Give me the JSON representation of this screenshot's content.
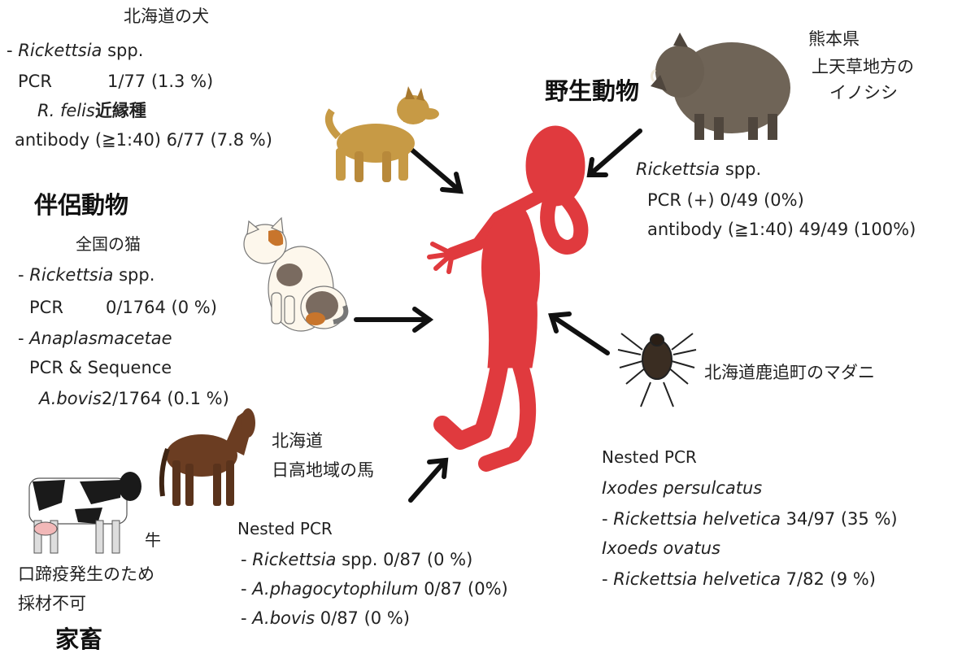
{
  "dog": {
    "title": "北海道の犬",
    "line1_italic": "Rickettsia",
    "line1_rest": " spp.",
    "pcr_label": "PCR",
    "pcr_value": "1/77 (1.3 %)",
    "species_italic": "R. felis",
    "species_rest": "近縁種",
    "antibody": "antibody (≧1:40)  6/77 (7.8 %)"
  },
  "companion_heading": "伴侶動物",
  "cat": {
    "title": "全国の猫",
    "line1_italic": "Rickettsia",
    "line1_rest": " spp.",
    "pcr_label": "PCR",
    "pcr_value": "0/1764 (0 %)",
    "line2_italic": "Anaplasmacetae",
    "seq_label": "PCR & Sequence",
    "abovis_italic": "A.bovis",
    "abovis_value": "2/1764  (0.1 %)"
  },
  "horse": {
    "line1": "北海道",
    "line2": "日高地域の馬"
  },
  "cow": {
    "label": "牛",
    "note1": "口蹄疫発生のため",
    "note2": "採材不可"
  },
  "livestock_heading": "家畜",
  "horse_results": {
    "title": "Nested PCR",
    "r1_italic": "Rickettsia",
    "r1_rest": " spp. 0/87 (0 %)",
    "r2_italic": "A.phagocytophilum",
    "r2_rest": "  0/87 (0%)",
    "r3_italic": "A.bovis",
    "r3_rest": "  0/87 (0 %)"
  },
  "wild_heading": "野生動物",
  "boar": {
    "loc1": "熊本県",
    "loc2": "上天草地方の",
    "loc3": "イノシシ",
    "line1_italic": "Rickettsia",
    "line1_rest": " spp.",
    "pcr": "PCR (+)  0/49 (0%)",
    "antibody": "antibody (≧1:40)  49/49 (100%)"
  },
  "tick": {
    "label": "北海道鹿追町のマダニ",
    "title": "Nested PCR",
    "sp1": "Ixodes persulcatus",
    "r1_italic": "Rickettsia helvetica",
    "r1_rest": " 34/97  (35 %)",
    "sp2": "Ixoeds ovatus",
    "r2_italic": "Rickettsia helvetica",
    "r2_rest": " 7/82  (9 %)"
  },
  "dash": "- ",
  "colors": {
    "human": "#e03a3e",
    "arrow": "#111111"
  }
}
